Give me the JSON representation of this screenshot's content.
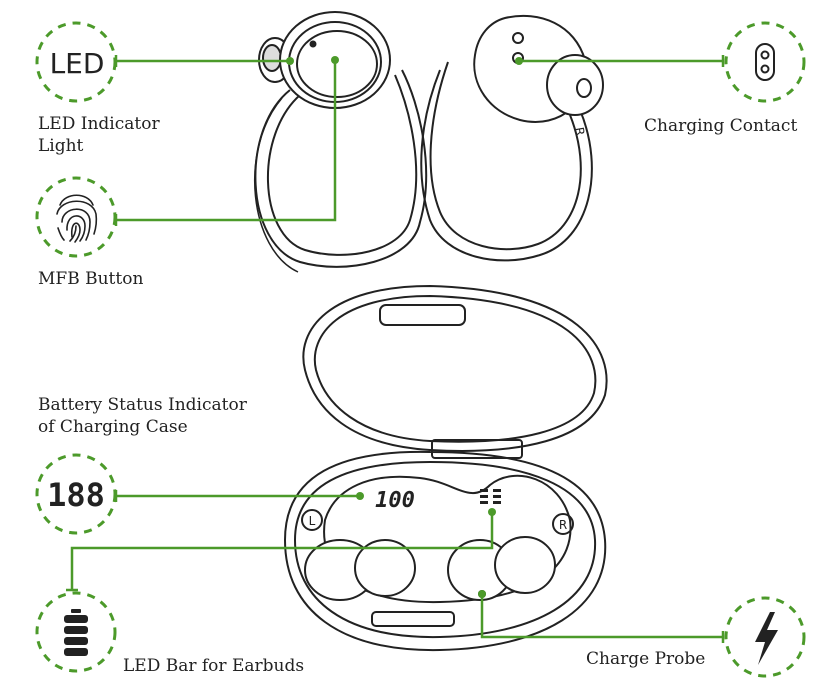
{
  "labels": {
    "led_badge_text": "LED",
    "led_indicator": [
      "LED Indicator",
      "Light"
    ],
    "mfb_button": "MFB Button",
    "charging_contact": "Charging Contact",
    "battery_status": [
      "Battery Status Indicator",
      "of Charging Case"
    ],
    "led_bar": "LED Bar for Earbuds",
    "charge_probe": "Charge Probe"
  },
  "case_display": {
    "case_digits": "100",
    "badge_digits": "188",
    "earbud_letters": [
      "L",
      "R"
    ]
  },
  "colors": {
    "accent_green": "#4c9a2a",
    "line_dark": "#222222"
  },
  "icons": [
    "led-badge-icon",
    "fingerprint-icon",
    "charging-contact-icon",
    "segment-display-icon",
    "battery-icon",
    "lightning-icon"
  ]
}
